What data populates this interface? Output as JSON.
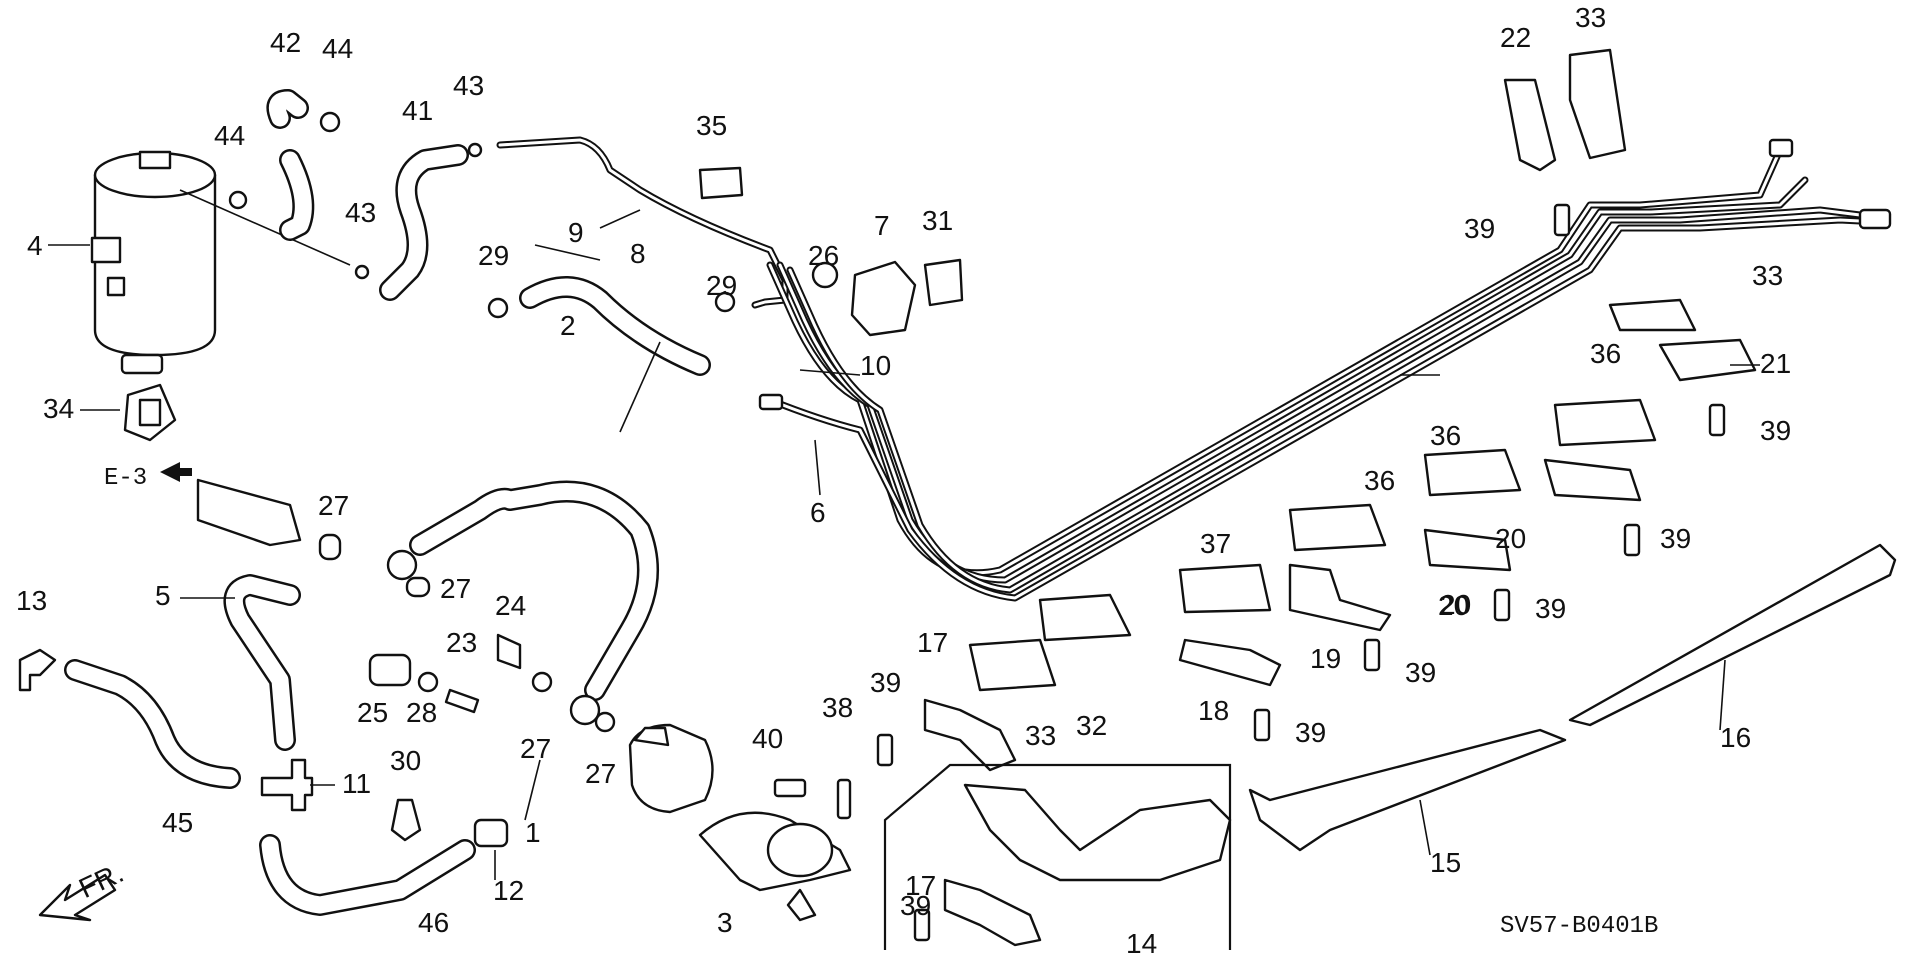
{
  "diagram": {
    "code": "SV57-B0401B",
    "ref_label": "E-3",
    "front_label": "FR.",
    "part_numbers": [
      "1",
      "2",
      "3",
      "4",
      "5",
      "6",
      "7",
      "8",
      "9",
      "10",
      "11",
      "12",
      "13",
      "14",
      "15",
      "16",
      "17",
      "18",
      "19",
      "20",
      "21",
      "22",
      "23",
      "24",
      "25",
      "26",
      "27",
      "28",
      "29",
      "30",
      "31",
      "32",
      "33",
      "34",
      "35",
      "36",
      "37",
      "38",
      "39",
      "40",
      "41",
      "42",
      "43",
      "44",
      "45",
      "46"
    ]
  }
}
